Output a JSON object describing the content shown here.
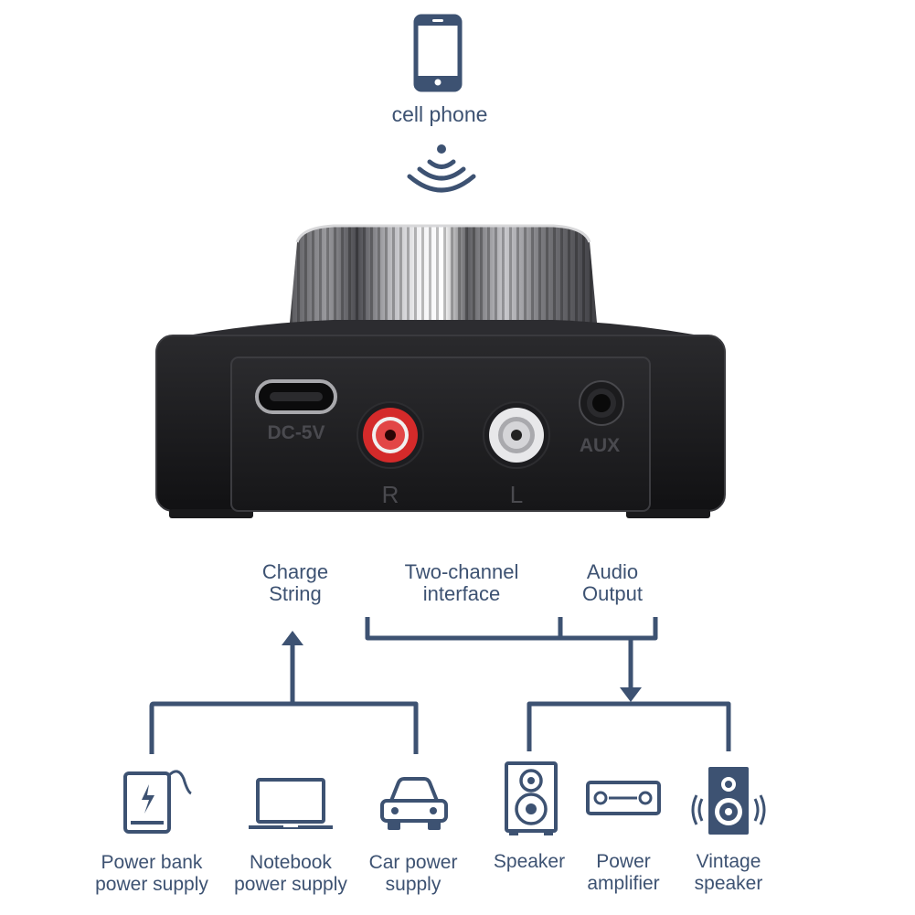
{
  "phone": {
    "label": "cell phone"
  },
  "device": {
    "port_labels": {
      "dc": "DC-5V",
      "right": "R",
      "left": "L",
      "aux": "AUX"
    }
  },
  "ports": {
    "charge": {
      "line1": "Charge",
      "line2": "String"
    },
    "two_channel": {
      "line1": "Two-channel",
      "line2": "interface"
    },
    "audio_output": {
      "line1": "Audio",
      "line2": "Output"
    }
  },
  "sources": [
    {
      "icon": "power-bank-icon",
      "line1": "Power bank",
      "line2": "power supply"
    },
    {
      "icon": "laptop-icon",
      "line1": "Notebook",
      "line2": "power supply"
    },
    {
      "icon": "car-icon",
      "line1": "Car power",
      "line2": "supply"
    }
  ],
  "outputs": [
    {
      "icon": "speaker-icon",
      "line1": "Speaker",
      "line2": ""
    },
    {
      "icon": "amplifier-icon",
      "line1": "Power",
      "line2": "amplifier"
    },
    {
      "icon": "vintage-speaker-icon",
      "line1": "Vintage",
      "line2": "speaker"
    }
  ],
  "colors": {
    "icon_blue": "#3d5272",
    "red_jack": "#d42a2a",
    "device_body": "#1c1c1e"
  }
}
